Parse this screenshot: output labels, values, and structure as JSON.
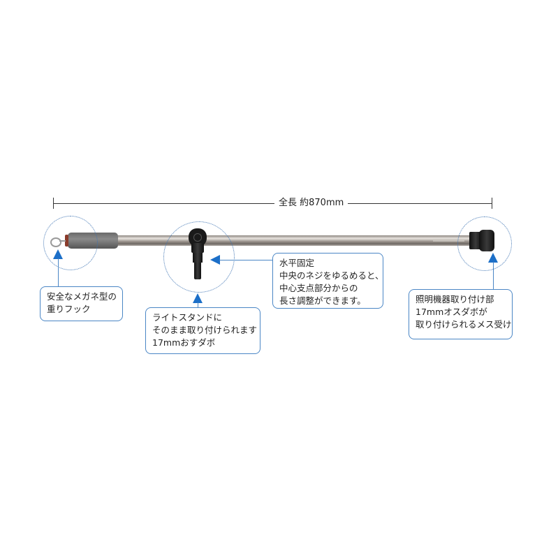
{
  "dimension": {
    "label": "全長 約870mm"
  },
  "callouts": [
    {
      "id": "hook",
      "text": "安全なメガネ型の\n重りフック"
    },
    {
      "id": "stud",
      "text": "ライトスタンドに\nそのまま取り付けられます\n17mmおすダボ"
    },
    {
      "id": "center",
      "text": "水平固定\n中央のネジをゆるめると、\n中心支点部分からの\n長さ調整ができます。"
    },
    {
      "id": "receiver",
      "text": "照明機器取り付け部\n17mmオスダボが\n取り付けられるメス受け"
    }
  ],
  "colors": {
    "accent": "#1c6fc8",
    "border": "#4a86c5"
  }
}
